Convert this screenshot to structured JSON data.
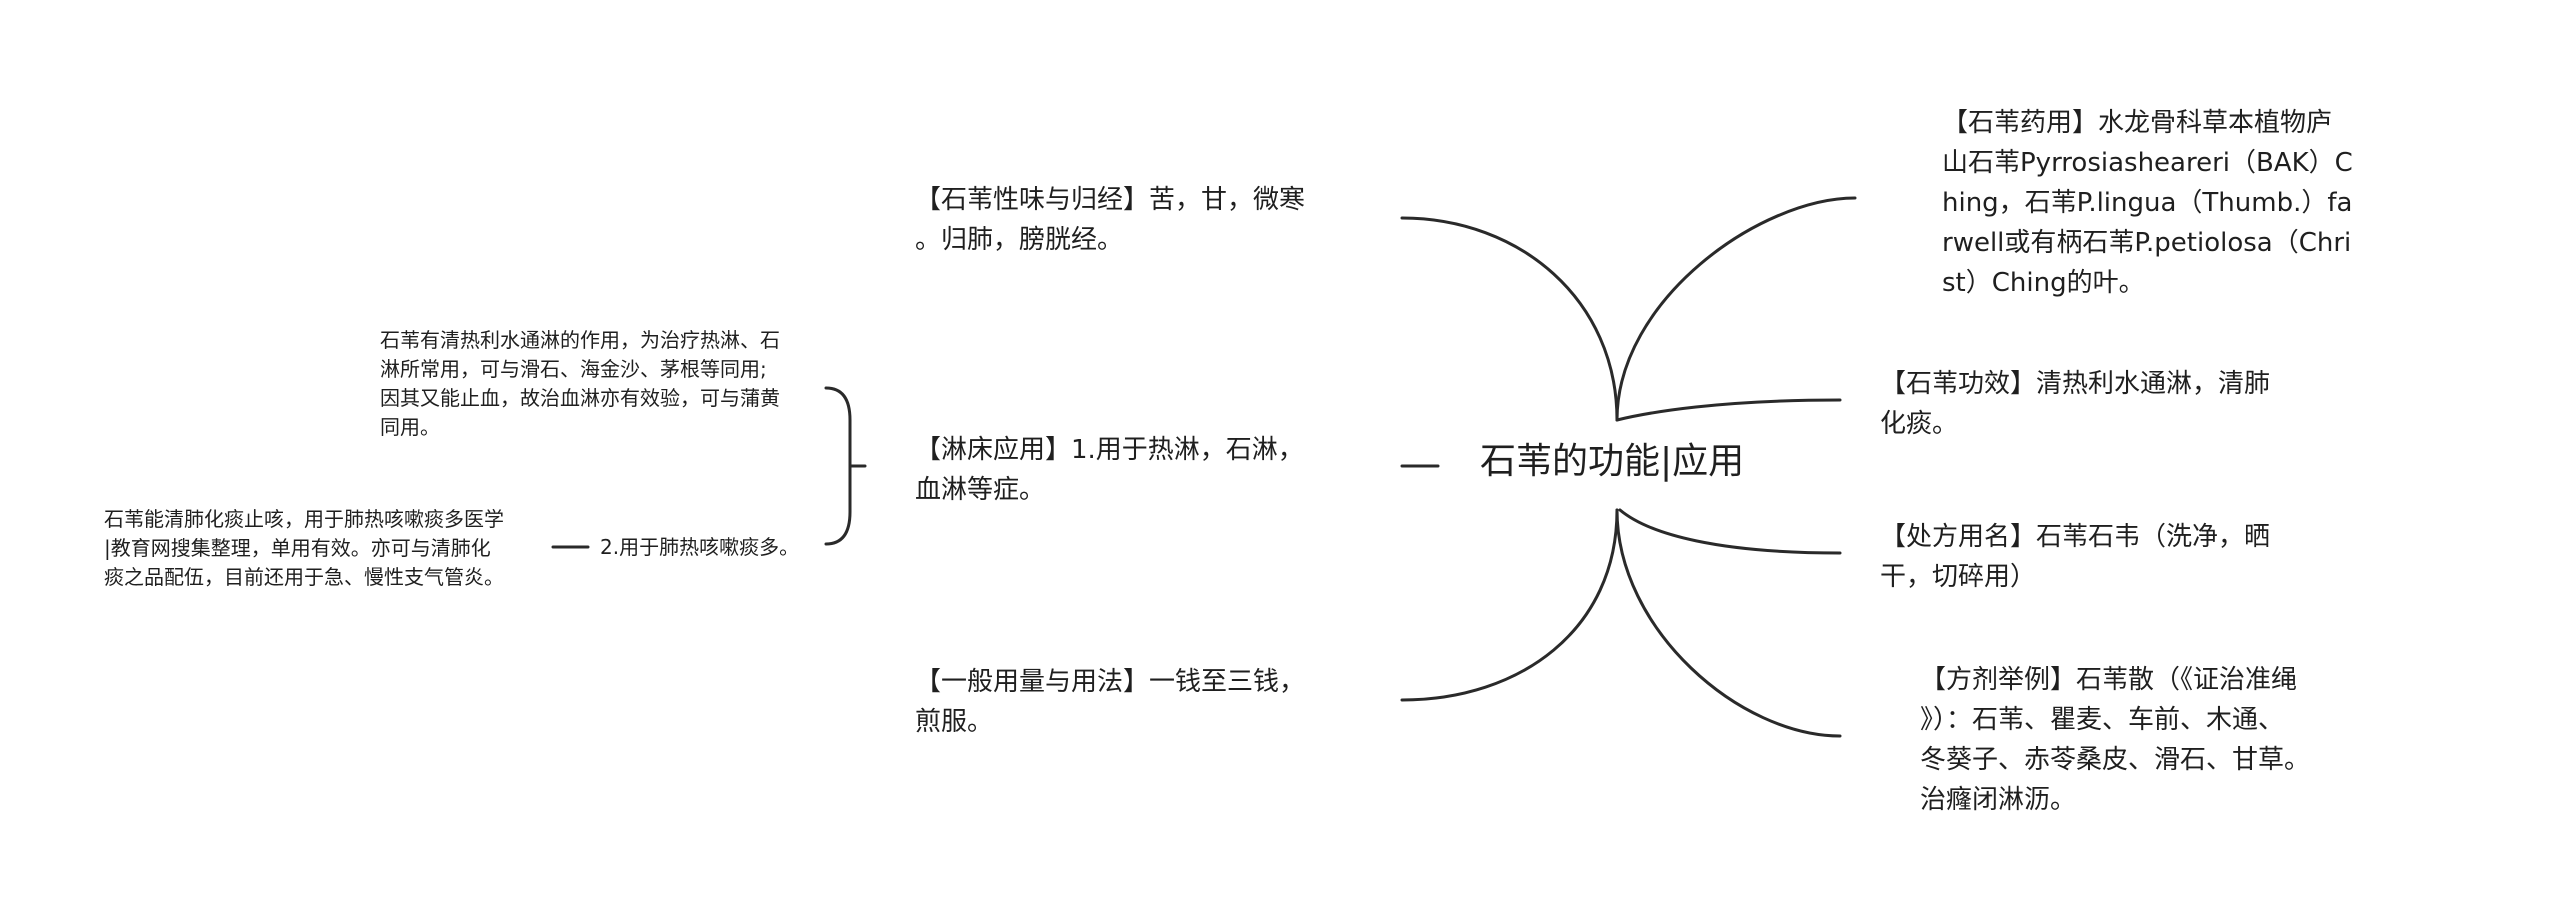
{
  "root": {
    "title": "石苇的功能|应用"
  },
  "left_branches": {
    "xingwei": "【石苇性味与归经】苦，甘，微寒\n。归肺，膀胱经。",
    "linchuang": "【淋床应用】1.用于热淋，石淋，\n血淋等症。",
    "yongliang": "【一般用量与用法】一钱至三钱，\n煎服。"
  },
  "linchuang_children": {
    "detail_1": "石苇有清热利水通淋的作用，为治疗热淋、石\n淋所常用，可与滑石、海金沙、茅根等同用;\n因其又能止血，故治血淋亦有效验，可与蒲黄\n同用。",
    "point_2": "2.用于肺热咳嗽痰多。",
    "point_2_detail": "石苇能清肺化痰止咳，用于肺热咳嗽痰多医学\n|教育网搜集整理，单用有效。亦可与清肺化\n痰之品配伍，目前还用于急、慢性支气管炎。"
  },
  "right_branches": {
    "yaoyong": "【石苇药用】水龙骨科草本植物庐\n山石苇Pyrrosiasheareri（BAK）C\nhing，石苇P.lingua（Thumb.）fa\nrwell或有柄石苇P.petiolosa（Chri\nst）Ching的叶。",
    "gongxiao": "【石苇功效】清热利水通淋，清肺\n化痰。",
    "chufang": "【处方用名】石苇石韦（洗净，晒\n干，切碎用）",
    "fangji": "【方剂举例】石苇散（《证治准绳\n》）：石苇、瞿麦、车前、木通、\n冬葵子、赤苓桑皮、滑石、甘草。\n治癃闭淋沥。"
  }
}
